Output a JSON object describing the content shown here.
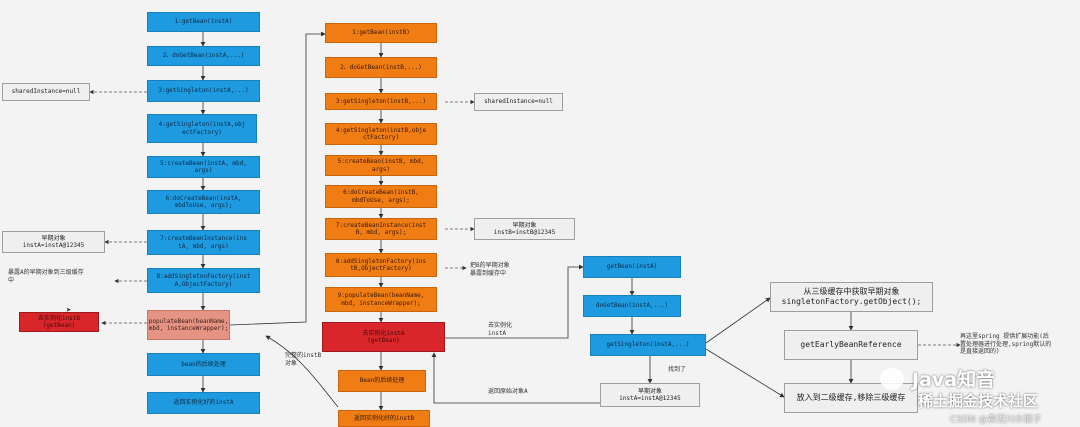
{
  "colors": {
    "blue": "#1e9be0",
    "orange": "#ef7d14",
    "red": "#d8262b",
    "pink": "#e59483",
    "gray": "#efefef"
  },
  "nodes": {
    "a1": "1:getBean(instA)",
    "a2": "2、doGetBean(instA,...)",
    "a3": "3:getSingleton(instA,...)",
    "a4": "4:getSingleton(instA,obj\nectFactory)",
    "a5": "5:createBean(instA, mbd,\nargs)",
    "a6": "6:doCreateBean(instA,\nmbdToUse, args);",
    "a7": "7:createBeanInstance(ins\ntA, mbd, args)",
    "a8": "8:addSingletonFactory(inst\nA,ObjectFactory)",
    "a9": "populateBean(beanName,\nmbd, instanceWrapper);",
    "a10": "bean的后续处理",
    "a11": "返回实例化好的instA",
    "b1": "1:getBean(instB)",
    "b2": "2、doGetBean(instB,...)",
    "b3": "3:getSingleton(instB,...)",
    "b4": "4:getSingleton(instB,obje\nctFactory)",
    "b5": "5:createBean(instB, mbd,\nargs)",
    "b6": "6:doCreateBean(instB,\nmbdToUse, args);",
    "b7": "7:createBeanInstance(inst\nB, mbd, args);",
    "b8": "8:addSingletonFactory(ins\ntB,ObjectFactory)",
    "b9": "9:populateBean(beanName,\nmbd, instanceWrapper);",
    "b10": "去实例化instA\n(getBean)",
    "b11": "Bean的后续处理",
    "b12": "返回实例化好的instB",
    "c1": "getBean(instA)",
    "c2": "doGetBean(instA,...)",
    "c3": "getSingleton(instA,...)",
    "c4": "早期对象\ninstA=instA@12345",
    "d1": "从三级缓存中获取早期对象\nsingletonFactory.getObject();",
    "d2": "getEarlyBeanReference",
    "d3": "放入到二级缓存,移除三级缓存",
    "g1": "sharedInstance=null",
    "g2": "sharedInstance=null",
    "g3": "早期对象\ninstA=instA@12345",
    "g4": "早期对象\ninstB=instB@12345",
    "r1": "去实例化instB\n(getBean)"
  },
  "labels": {
    "l1": "暴露A的早期对象到三级缓存\n中",
    "l2": "把B的早期对象\n暴露到缓存中",
    "l3": "去实例化\ninstA",
    "l4": "找到了",
    "l5": "返回原始对象A",
    "l6": "完整的instB\n对象",
    "l7": "再这里spring 提供扩展功能(后\n置处理器进行处理,spring默认的\n是直接返回的)"
  },
  "watermark": {
    "brand": "Java知音",
    "site": "稀土掘金技术社区",
    "credit": "CSDN @黄泥川水猴子"
  }
}
